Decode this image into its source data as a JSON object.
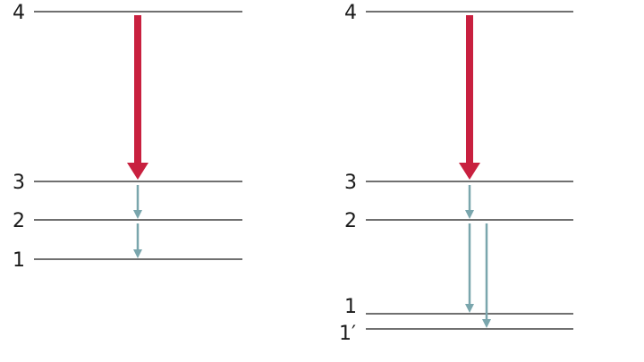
{
  "colors": {
    "line": "#1a1a1a",
    "strong_arrow": "#c8203f",
    "weak_arrow": "#7aa6ad"
  },
  "left_diagram": {
    "levels": [
      {
        "label": "4"
      },
      {
        "label": "3"
      },
      {
        "label": "2"
      },
      {
        "label": "1"
      }
    ],
    "transitions": [
      {
        "from": "4",
        "to": "3",
        "style": "strong"
      },
      {
        "from": "3",
        "to": "2",
        "style": "weak"
      },
      {
        "from": "2",
        "to": "1",
        "style": "weak"
      }
    ]
  },
  "right_diagram": {
    "levels": [
      {
        "label": "4"
      },
      {
        "label": "3"
      },
      {
        "label": "2"
      },
      {
        "label": "1"
      },
      {
        "label": "1′"
      }
    ],
    "transitions": [
      {
        "from": "4",
        "to": "3",
        "style": "strong"
      },
      {
        "from": "3",
        "to": "2",
        "style": "weak"
      },
      {
        "from": "2",
        "to": "1",
        "style": "weak"
      },
      {
        "from": "2",
        "to": "1′",
        "style": "weak"
      }
    ]
  }
}
